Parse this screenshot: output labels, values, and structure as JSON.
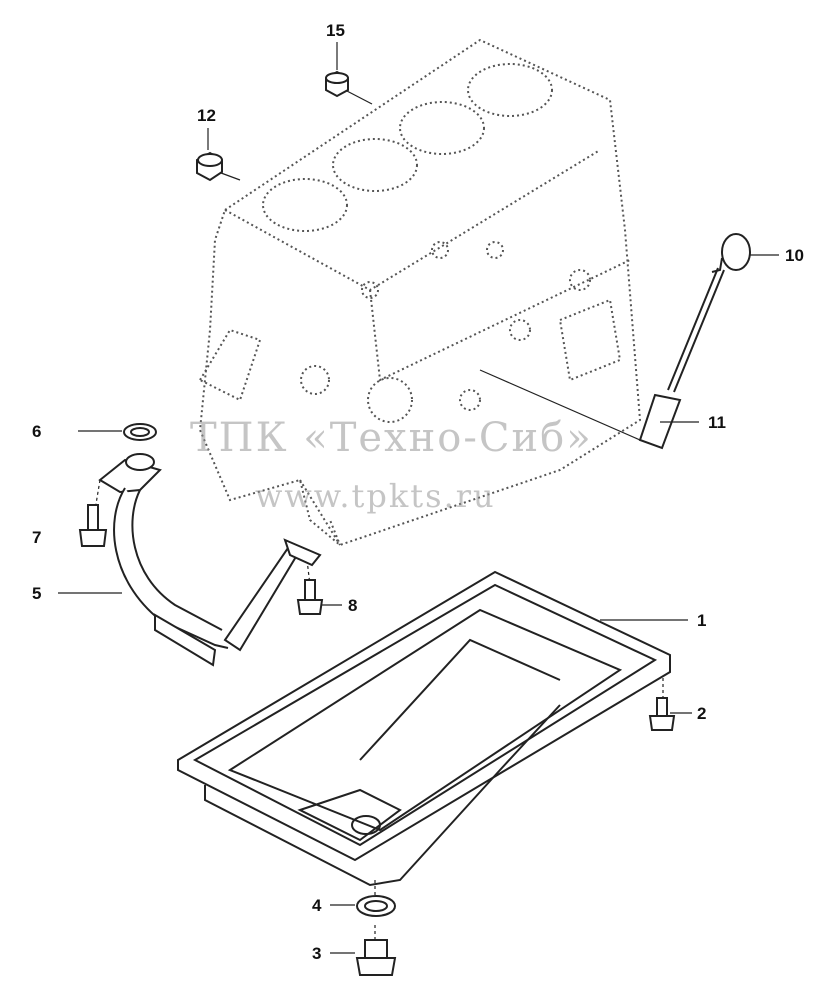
{
  "callouts": [
    {
      "id": "1",
      "text": "1"
    },
    {
      "id": "2",
      "text": "2"
    },
    {
      "id": "3",
      "text": "3"
    },
    {
      "id": "4",
      "text": "4"
    },
    {
      "id": "5",
      "text": "5"
    },
    {
      "id": "6",
      "text": "6"
    },
    {
      "id": "7",
      "text": "7"
    },
    {
      "id": "8",
      "text": "8"
    },
    {
      "id": "10",
      "text": "10"
    },
    {
      "id": "11",
      "text": "11"
    },
    {
      "id": "12",
      "text": "12"
    },
    {
      "id": "15",
      "text": "15"
    }
  ],
  "watermark": {
    "company": "ТПК «Техно-Сиб»",
    "url": "www.tpkts.ru"
  },
  "colors": {
    "line": "#222222",
    "dotted": "#555555",
    "watermark": "#969696"
  }
}
